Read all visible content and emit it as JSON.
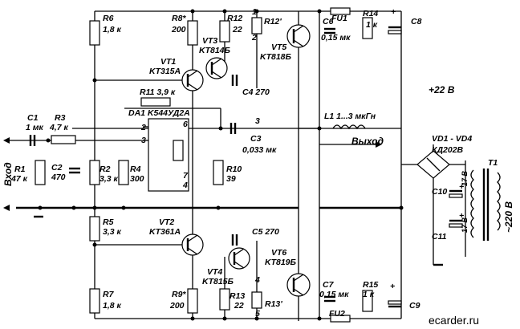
{
  "labels": {
    "r6": "R6",
    "r6v": "1,8 к",
    "r8": "R8*",
    "r8v": "200",
    "r12": "R12",
    "r12v": "22",
    "r12s": "R12'",
    "fu1": "FU1",
    "c6": "C6",
    "c6v": "0,15 мк",
    "r14": "R14",
    "r14v": "1 к",
    "c8": "C8",
    "vt3": "VT3",
    "vt3t": "KT814Б",
    "vt5": "VT5",
    "vt5t": "KT818Б",
    "vt1": "VT1",
    "vt1t": "KT315A",
    "r11": "R11 3,9 к",
    "c4": "C4 270",
    "da1": "DA1  K544УД2A",
    "c1": "C1",
    "c1v": "1 мк",
    "r3": "R3",
    "r3v": "4,7 к",
    "c3": "C3",
    "c3v": "0,033 мк",
    "l1": "L1  1...3 мкГн",
    "vyhod": "Выход",
    "p22": "+22 B",
    "vd": "VD1 - VD4",
    "vdt": "КД202В",
    "t1": "T1",
    "vhod": "Вход",
    "r1": "R1",
    "r1v": "47 к",
    "c2": "C2",
    "c2v": "470",
    "r2": "R2",
    "r2v": "3,3 к",
    "r4": "R4",
    "r4v": "300",
    "r10": "R10",
    "r10v": "39",
    "c10": "C10",
    "c11": "C11",
    "v17a": "17 B",
    "v17b": "17 B",
    "v220": "~220 B",
    "r5": "R5",
    "r5v": "3,3 к",
    "vt2": "VT2",
    "vt2t": "KT361A",
    "c5": "C5  270",
    "vt4": "VT4",
    "vt4t": "KT815Б",
    "vt6": "VT6",
    "vt6t": "KT819Б",
    "r7": "R7",
    "r7v": "1,8 к",
    "r9": "R9*",
    "r9v": "200",
    "r13": "R13",
    "r13v": "22",
    "r13s": "R13'",
    "c7": "C7",
    "c7v": "0,15 мк",
    "fu2": "FU2",
    "r15": "R15",
    "r15v": "1 к",
    "c9": "C9",
    "pin2": "2",
    "pin3": "3",
    "pin6": "6",
    "pin7": "7",
    "pin4": "4",
    "n1": "1",
    "n2": "2",
    "n3": "3",
    "n4": "4",
    "n5": "5",
    "plus1": "+",
    "plus2": "+",
    "plus3": "+",
    "plus4": "+",
    "watermark": "ecarder.ru"
  }
}
